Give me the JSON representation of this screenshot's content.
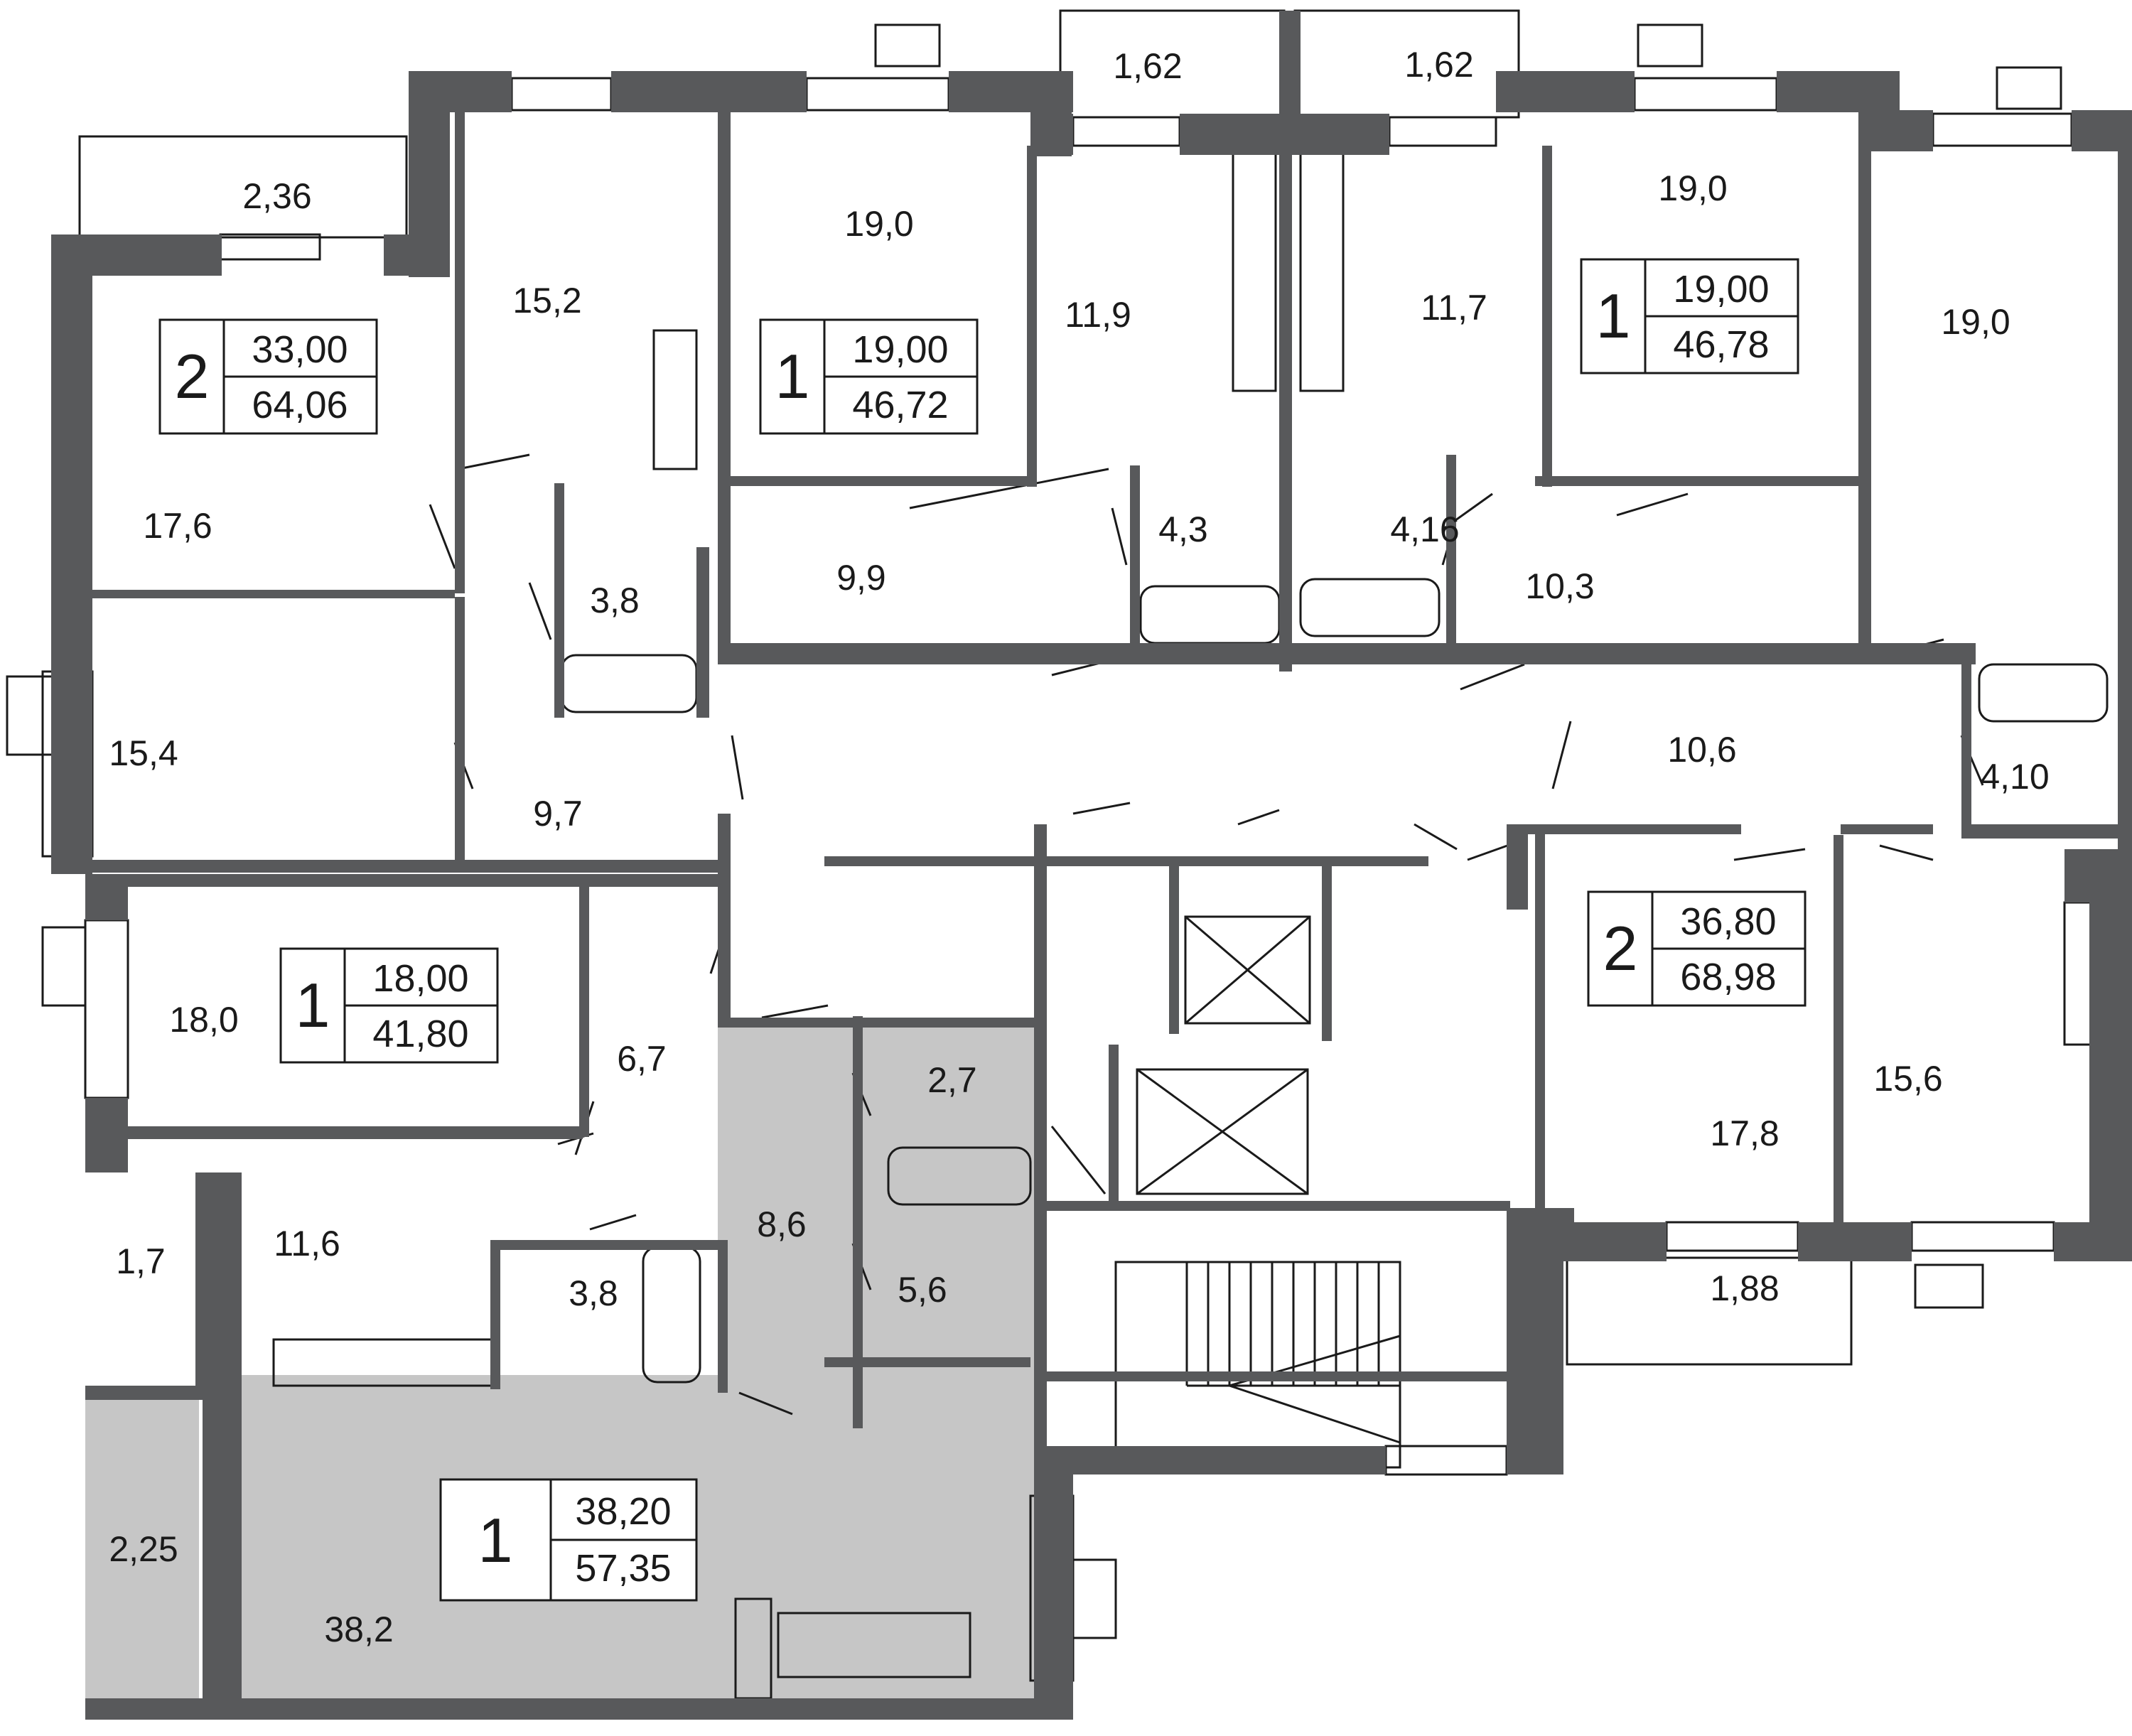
{
  "colors": {
    "wall": "#58595b",
    "highlight": "#c6c6c6",
    "line": "#1a1a1a",
    "fixture": "#8a8a8a",
    "background": "#ffffff"
  },
  "rooms": [
    {
      "id": "r-2-36",
      "label": "2,36"
    },
    {
      "id": "r-15-2",
      "label": "15,2"
    },
    {
      "id": "r-19-0-a",
      "label": "19,0"
    },
    {
      "id": "r-1-62-a",
      "label": "1,62"
    },
    {
      "id": "r-1-62-b",
      "label": "1,62"
    },
    {
      "id": "r-11-9",
      "label": "11,9"
    },
    {
      "id": "r-11-7",
      "label": "11,7"
    },
    {
      "id": "r-19-0-b",
      "label": "19,0"
    },
    {
      "id": "r-19-0-c",
      "label": "19,0"
    },
    {
      "id": "r-17-6",
      "label": "17,6"
    },
    {
      "id": "r-3-8-a",
      "label": "3,8"
    },
    {
      "id": "r-9-9",
      "label": "9,9"
    },
    {
      "id": "r-4-3",
      "label": "4,3"
    },
    {
      "id": "r-4-16",
      "label": "4,16"
    },
    {
      "id": "r-10-3",
      "label": "10,3"
    },
    {
      "id": "r-15-4",
      "label": "15,4"
    },
    {
      "id": "r-9-7",
      "label": "9,7"
    },
    {
      "id": "r-10-6",
      "label": "10,6"
    },
    {
      "id": "r-4-10",
      "label": "4,10"
    },
    {
      "id": "r-18-0",
      "label": "18,0"
    },
    {
      "id": "r-6-7",
      "label": "6,7"
    },
    {
      "id": "r-2-7",
      "label": "2,7"
    },
    {
      "id": "r-15-6",
      "label": "15,6"
    },
    {
      "id": "r-17-8",
      "label": "17,8"
    },
    {
      "id": "r-8-6",
      "label": "8,6"
    },
    {
      "id": "r-1-7",
      "label": "1,7"
    },
    {
      "id": "r-11-6",
      "label": "11,6"
    },
    {
      "id": "r-3-8-b",
      "label": "3,8"
    },
    {
      "id": "r-5-6",
      "label": "5,6"
    },
    {
      "id": "r-1-88",
      "label": "1,88"
    },
    {
      "id": "r-2-25",
      "label": "2,25"
    },
    {
      "id": "r-38-2",
      "label": "38,2"
    }
  ],
  "apartments": [
    {
      "id": "apt-a",
      "rooms": "2",
      "living": "33,00",
      "total": "64,06"
    },
    {
      "id": "apt-b",
      "rooms": "1",
      "living": "19,00",
      "total": "46,72"
    },
    {
      "id": "apt-c",
      "rooms": "1",
      "living": "19,00",
      "total": "46,78"
    },
    {
      "id": "apt-d",
      "rooms": "1",
      "living": "18,00",
      "total": "41,80"
    },
    {
      "id": "apt-e",
      "rooms": "2",
      "living": "36,80",
      "total": "68,98"
    },
    {
      "id": "apt-f",
      "rooms": "1",
      "living": "38,20",
      "total": "57,35"
    }
  ]
}
